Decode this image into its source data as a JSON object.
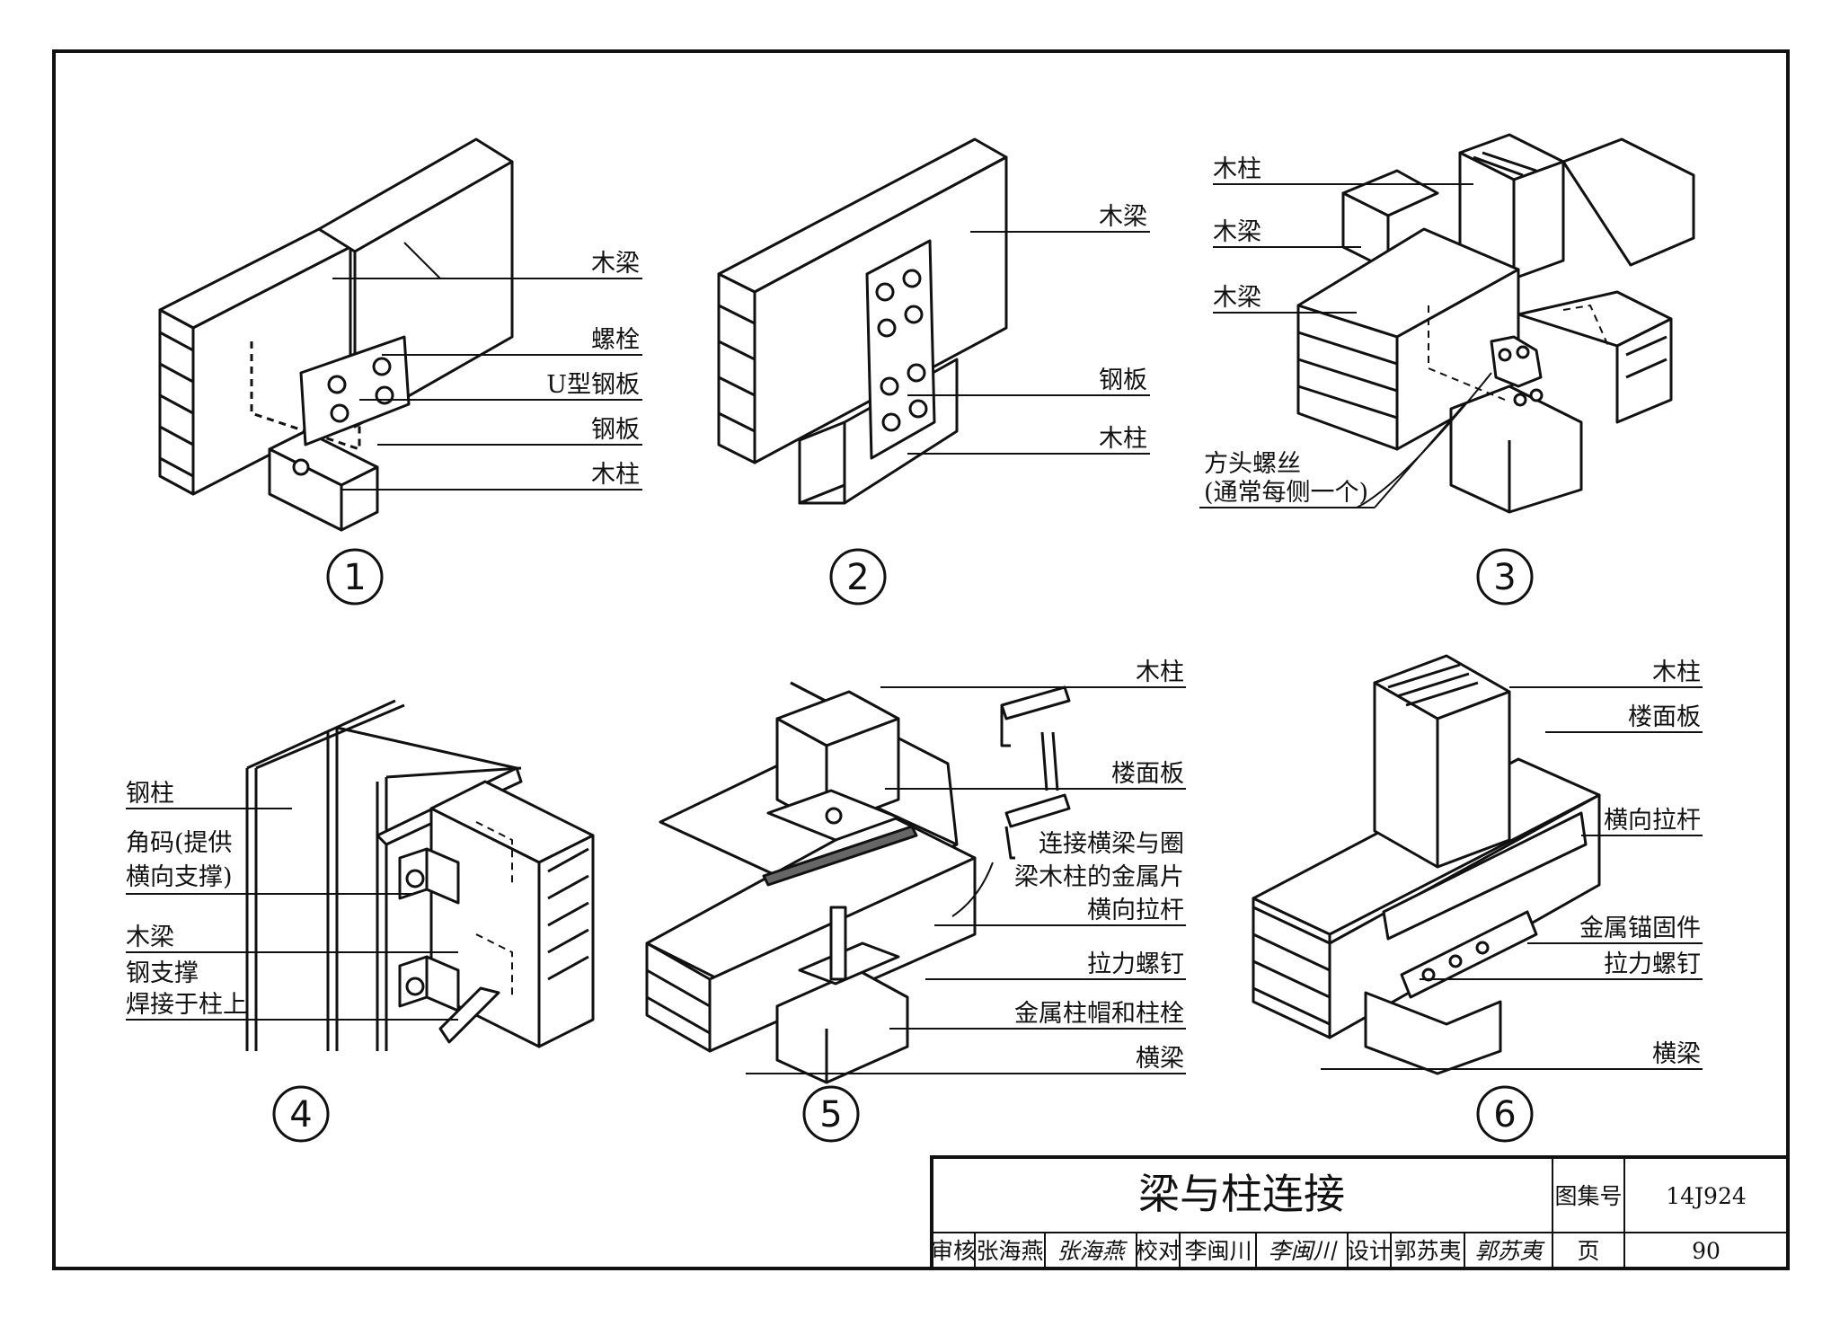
{
  "sheet": {
    "labels": {
      "d1": [
        "木梁",
        "螺栓",
        "U型钢板",
        "钢板",
        "木柱"
      ],
      "d2": [
        "木梁",
        "钢板",
        "木柱"
      ],
      "d3": [
        "木柱",
        "木梁",
        "木梁",
        "方头螺丝",
        "(通常每侧一个)"
      ],
      "d4": [
        "钢柱",
        "角码(提供",
        "横向支撑)",
        "木梁",
        "钢支撑",
        "焊接于柱上"
      ],
      "d5": [
        "木柱",
        "楼面板",
        "连接横梁与圈",
        "梁木柱的金属片",
        "横向拉杆",
        "拉力螺钉",
        "金属柱帽和柱栓",
        "横梁"
      ],
      "d6": [
        "木柱",
        "楼面板",
        "横向拉杆",
        "金属锚固件",
        "拉力螺钉",
        "横梁"
      ]
    },
    "numbers": [
      "1",
      "2",
      "3",
      "4",
      "5",
      "6"
    ]
  },
  "title_block": {
    "title": "梁与柱连接",
    "atlas_label": "图集号",
    "atlas_no": "14J924",
    "review_label": "审核",
    "reviewer": "张海燕",
    "reviewer_sign": "张海燕",
    "check_label": "校对",
    "checker": "李闽川",
    "checker_sign": "李闽川",
    "design_label": "设计",
    "designer": "郭苏夷",
    "designer_sign": "郭苏夷",
    "page_label": "页",
    "page_no": "90"
  }
}
